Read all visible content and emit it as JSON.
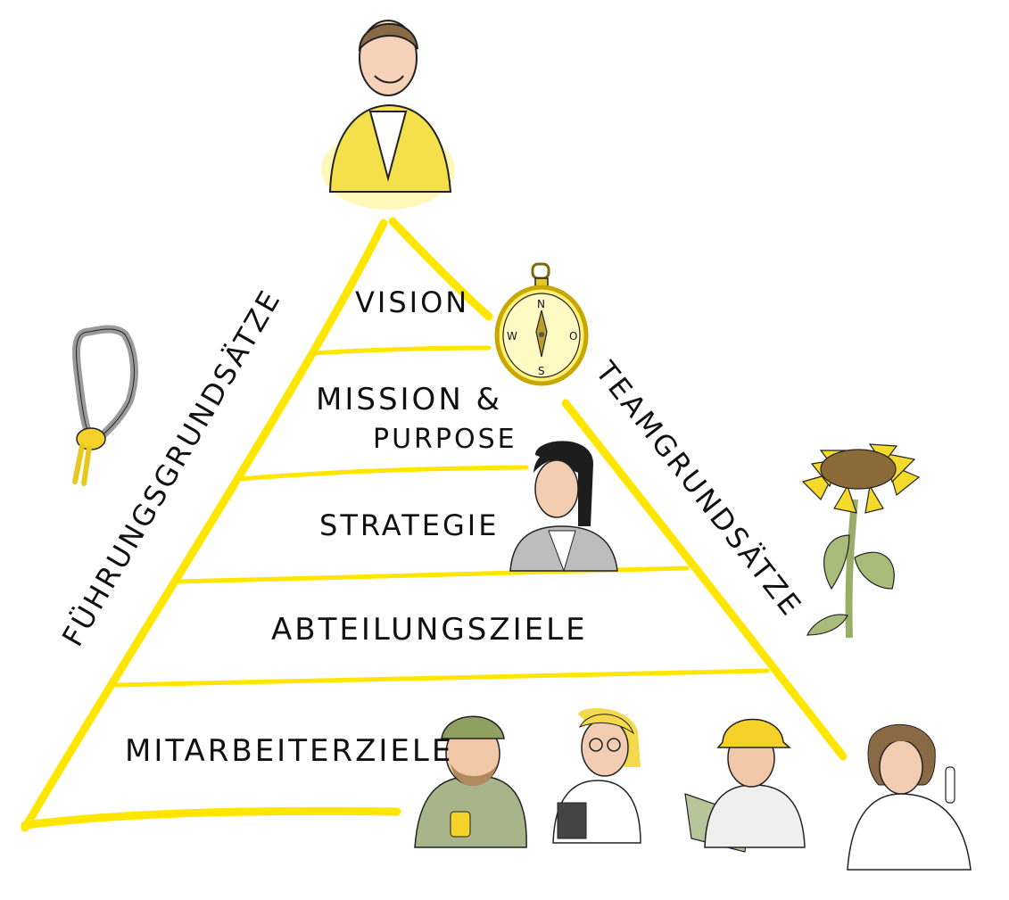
{
  "diagram": {
    "type": "pyramid",
    "accent_color": "#FFE600",
    "levels": [
      {
        "label": "VISION"
      },
      {
        "label": "MISSION &"
      },
      {
        "label": "PURPOSE"
      },
      {
        "label": "STRATEGIE"
      },
      {
        "label": "ABTEILUNGSZIELE"
      },
      {
        "label": "MITARBEITERZIELE"
      }
    ],
    "side_labels": {
      "left": "FÜHRUNGSGRUNDSÄTZE",
      "right": "TEAMGRUNDSÄTZE"
    },
    "compass": {
      "n": "N",
      "e": "O",
      "s": "S",
      "w": "W"
    },
    "illustrations": [
      "leader-portrait-icon",
      "compass-icon",
      "carabiner-icon",
      "sunflower-icon",
      "strategist-woman-icon",
      "worker-bearded-icon",
      "worker-woman-glasses-icon",
      "worker-hardhat-icon",
      "scientist-icon"
    ]
  }
}
